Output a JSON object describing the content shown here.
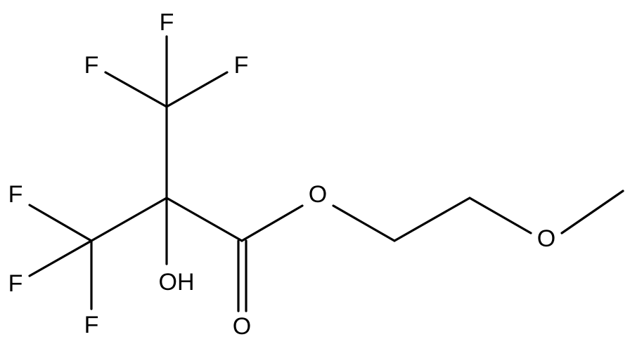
{
  "atoms": {
    "f1": "F",
    "f2": "F",
    "f3": "F",
    "f4": "F",
    "f5": "F",
    "f6": "F",
    "oh": "OH",
    "o_carbonyl": "O",
    "o_ester": "O",
    "o_ether": "O"
  },
  "colors": {
    "bond": "#000000",
    "label": "#000000",
    "background": "#ffffff"
  }
}
